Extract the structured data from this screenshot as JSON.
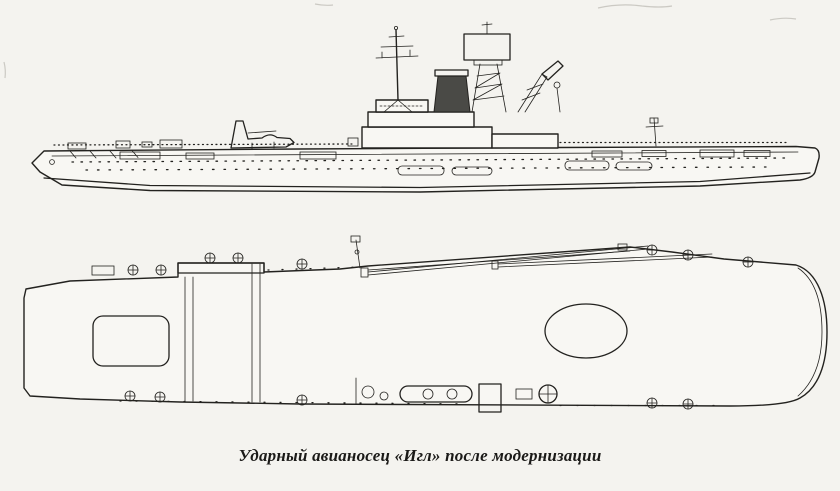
{
  "page": {
    "background_color": "#f4f3ef",
    "ink_color": "#23221f",
    "paper_color": "#f8f7f3"
  },
  "caption": {
    "text": "Ударный авианосец «Игл» после модернизации"
  },
  "figure": {
    "subject": "strike-aircraft-carrier-eagle-after-modernization",
    "views": [
      {
        "name": "side-profile-view"
      },
      {
        "name": "flight-deck-plan-view"
      }
    ]
  }
}
